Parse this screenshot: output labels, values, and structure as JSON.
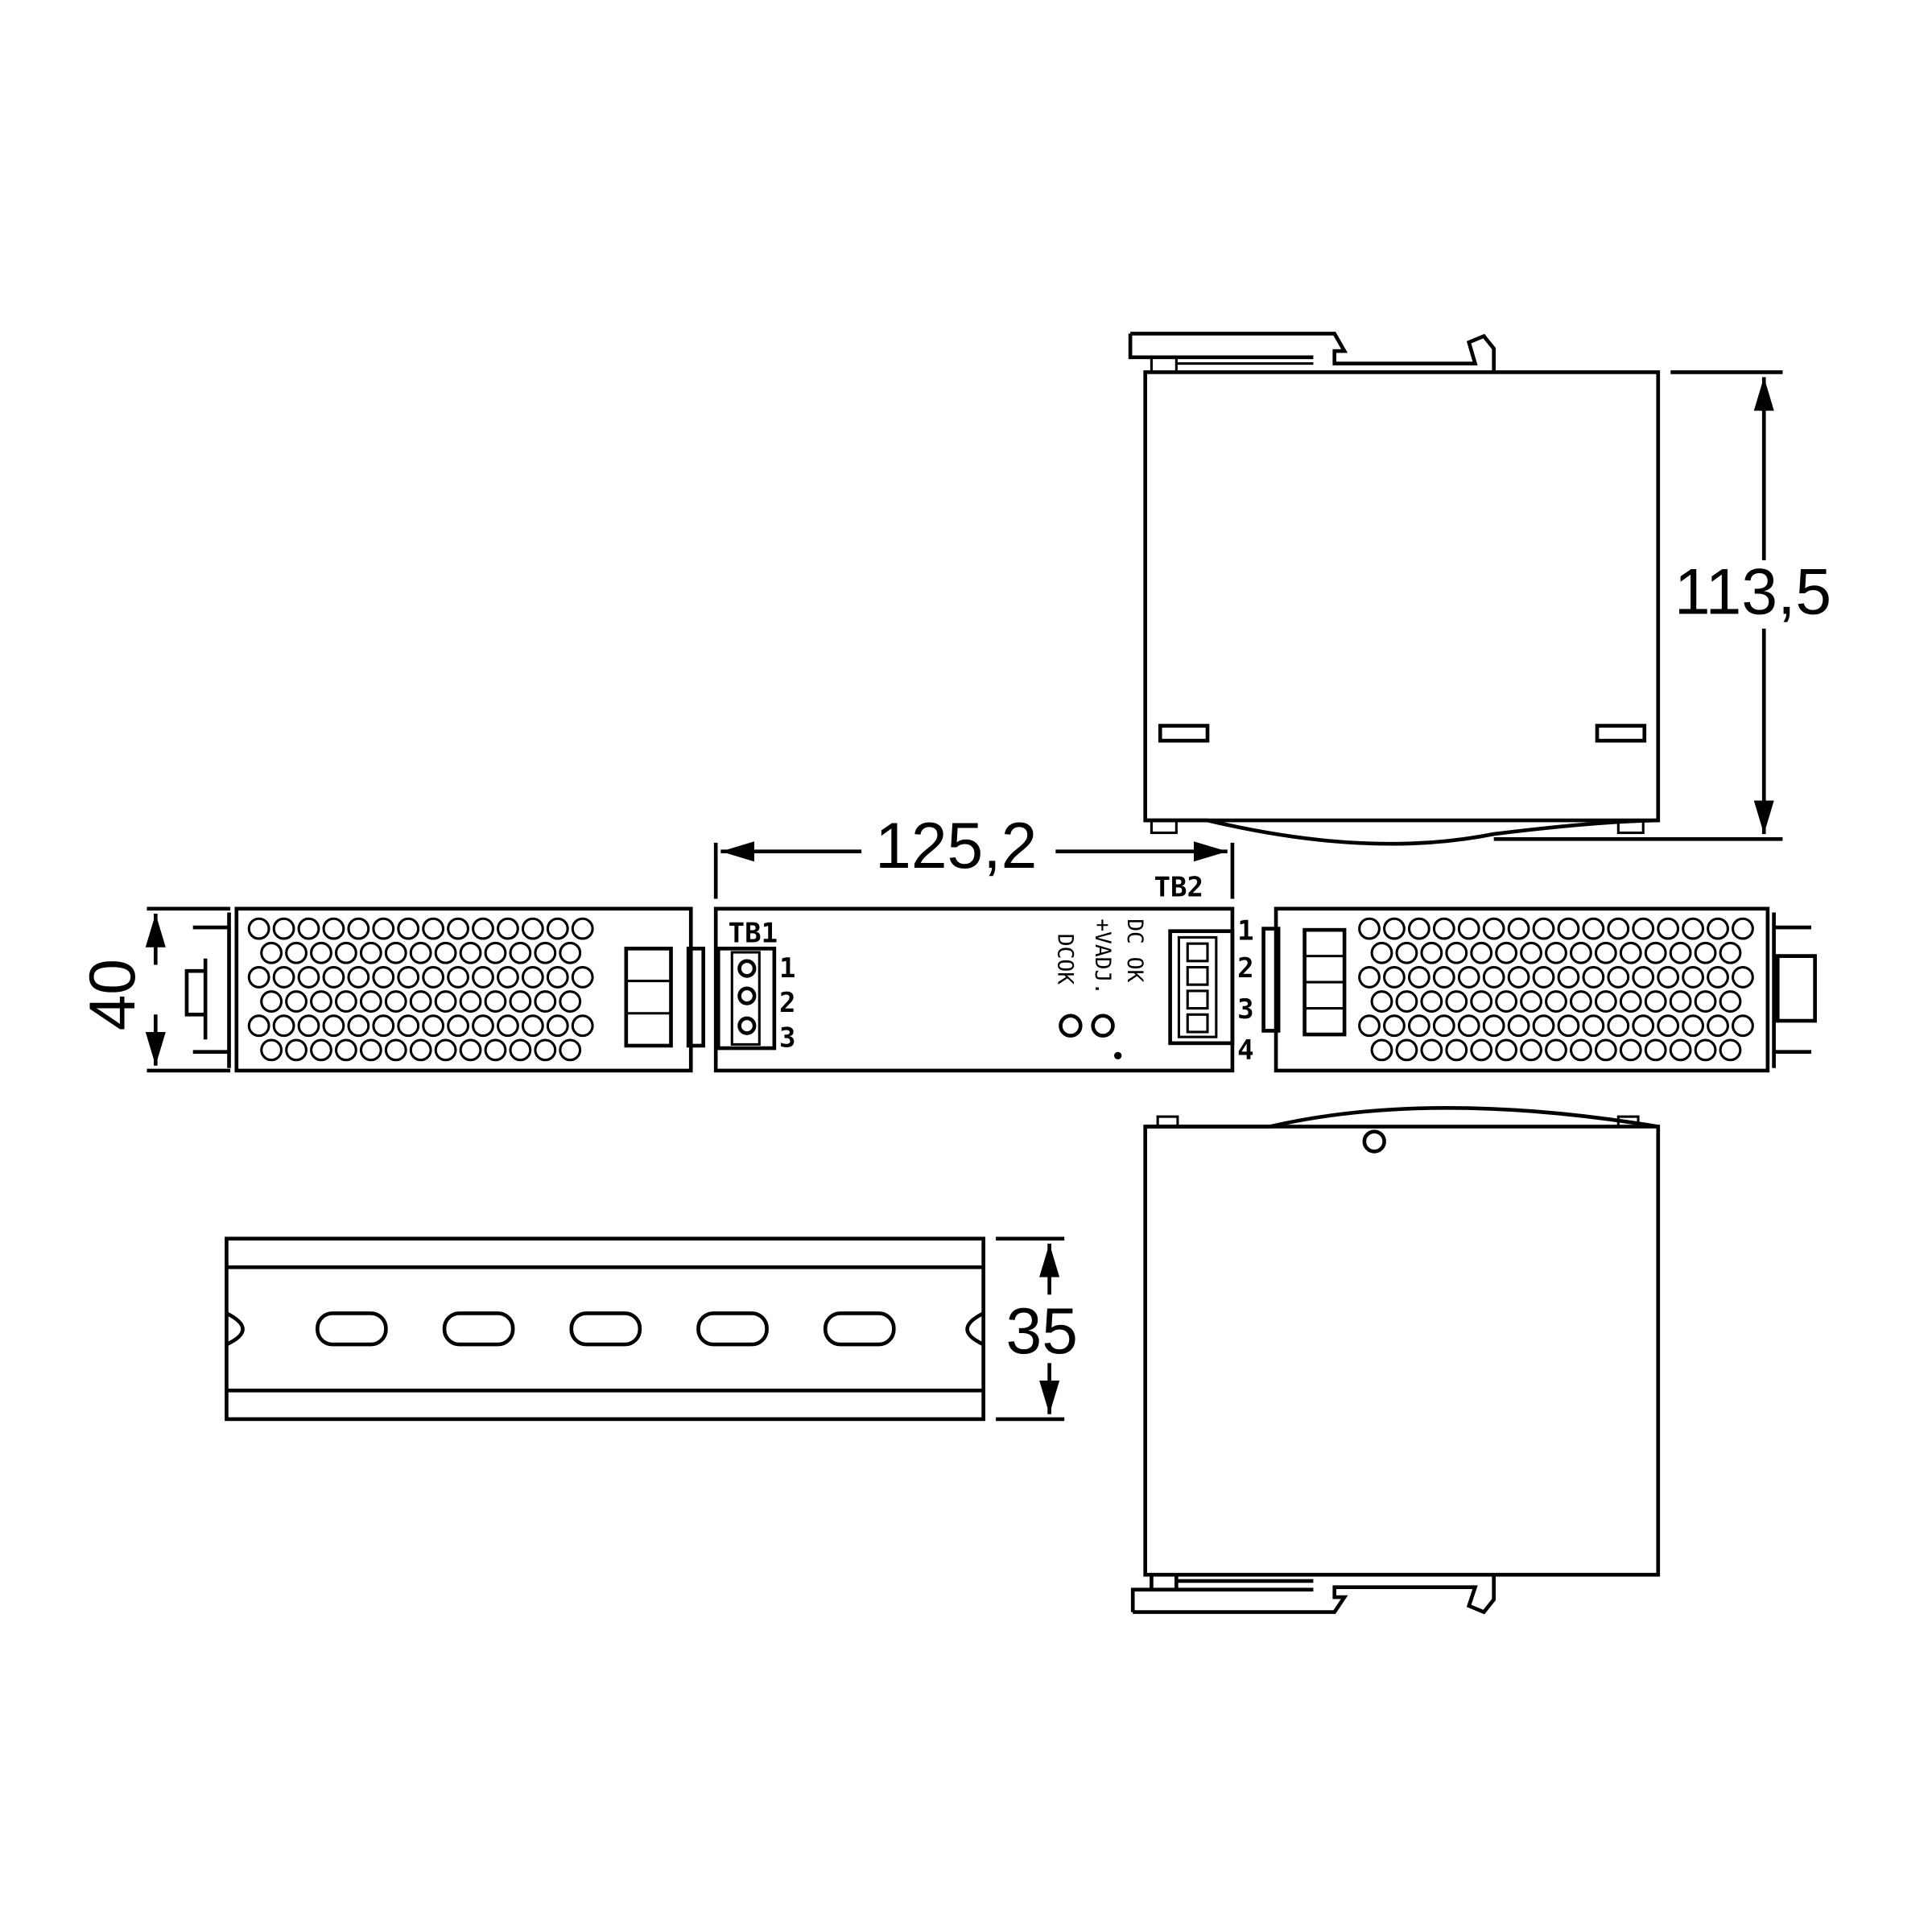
{
  "dimensions": {
    "depth": "113,5",
    "width": "125,2",
    "height": "40",
    "rail": "35"
  },
  "front_panel": {
    "tb1": {
      "label": "TB1",
      "pins": [
        "1",
        "2",
        "3"
      ]
    },
    "tb2": {
      "label": "TB2",
      "pins": [
        "1",
        "2",
        "3",
        "4"
      ]
    },
    "dc_ok_label": "DC OK",
    "vadj_label": "+VADJ.",
    "dcok_led_label": "DCOK"
  }
}
